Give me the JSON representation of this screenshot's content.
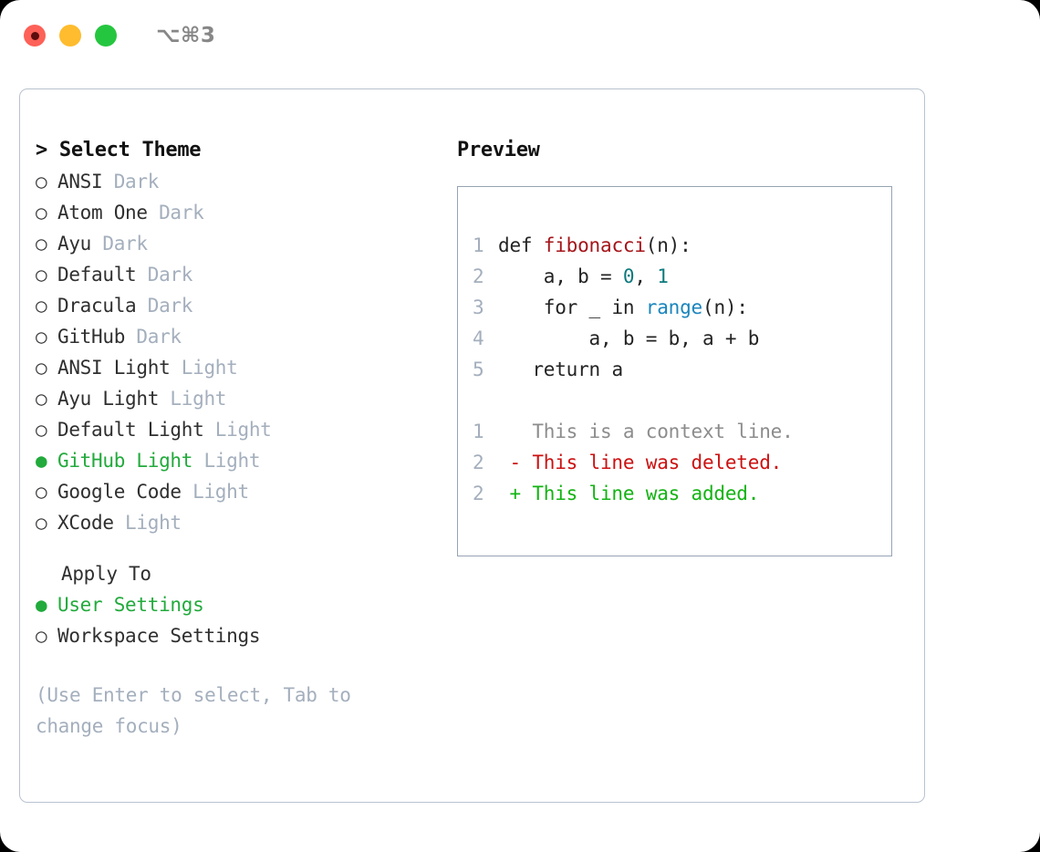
{
  "titlebar": {
    "shortcut": "⌥⌘3",
    "lights": [
      {
        "name": "close",
        "color": "#fd6158"
      },
      {
        "name": "minimize",
        "color": "#febc2e"
      },
      {
        "name": "maximize",
        "color": "#25c63f"
      }
    ]
  },
  "theme_picker": {
    "heading": "> Select Theme",
    "bullet_off": "○",
    "bullet_on": "●",
    "items": [
      {
        "label": "ANSI",
        "tag": "Dark",
        "selected": false
      },
      {
        "label": "Atom One",
        "tag": "Dark",
        "selected": false
      },
      {
        "label": "Ayu",
        "tag": "Dark",
        "selected": false
      },
      {
        "label": "Default",
        "tag": "Dark",
        "selected": false
      },
      {
        "label": "Dracula",
        "tag": "Dark",
        "selected": false
      },
      {
        "label": "GitHub",
        "tag": "Dark",
        "selected": false
      },
      {
        "label": "ANSI Light",
        "tag": "Light",
        "selected": false
      },
      {
        "label": "Ayu Light",
        "tag": "Light",
        "selected": false
      },
      {
        "label": "Default Light",
        "tag": "Light",
        "selected": false
      },
      {
        "label": "GitHub Light",
        "tag": "Light",
        "selected": true
      },
      {
        "label": "Google Code",
        "tag": "Light",
        "selected": false
      },
      {
        "label": "XCode",
        "tag": "Light",
        "selected": false
      }
    ]
  },
  "apply_to": {
    "heading": "Apply To",
    "items": [
      {
        "label": "User Settings",
        "selected": true
      },
      {
        "label": "Workspace Settings",
        "selected": false
      }
    ]
  },
  "hint": "(Use Enter to select, Tab to change focus)",
  "preview": {
    "heading": "Preview",
    "code": [
      {
        "lineno": "1",
        "indent": "",
        "parts": [
          {
            "t": "def ",
            "k": "plain"
          },
          {
            "t": "fibonacci",
            "k": "fn"
          },
          {
            "t": "(n):",
            "k": "plain"
          }
        ]
      },
      {
        "lineno": "2",
        "indent": "    ",
        "parts": [
          {
            "t": "a, b = ",
            "k": "plain"
          },
          {
            "t": "0",
            "k": "num"
          },
          {
            "t": ", ",
            "k": "plain"
          },
          {
            "t": "1",
            "k": "num"
          }
        ]
      },
      {
        "lineno": "3",
        "indent": "    ",
        "parts": [
          {
            "t": "for _ in ",
            "k": "plain"
          },
          {
            "t": "range",
            "k": "call"
          },
          {
            "t": "(n):",
            "k": "plain"
          }
        ]
      },
      {
        "lineno": "4",
        "indent": "        ",
        "parts": [
          {
            "t": "a, b = b, a + b",
            "k": "plain"
          }
        ]
      },
      {
        "lineno": "5",
        "indent": "   ",
        "parts": [
          {
            "t": "return a",
            "k": "plain"
          }
        ]
      }
    ],
    "diff": [
      {
        "lineno": "1",
        "marker": " ",
        "text": "This is a context line.",
        "kind": "ctx"
      },
      {
        "lineno": "2",
        "marker": "-",
        "text": "This line was deleted.",
        "kind": "del"
      },
      {
        "lineno": "2",
        "marker": "+",
        "text": "This line was added.",
        "kind": "add"
      }
    ]
  },
  "colors": {
    "accent_green": "#22aa3c",
    "muted": "#a4afbd",
    "fn_red": "#a41419",
    "num_teal": "#0d7a7d",
    "call_blue": "#1a85bd",
    "diff_del": "#cc1111",
    "diff_add": "#13b313",
    "panel_border": "#b9c2cf",
    "code_border": "#97a3b4"
  }
}
